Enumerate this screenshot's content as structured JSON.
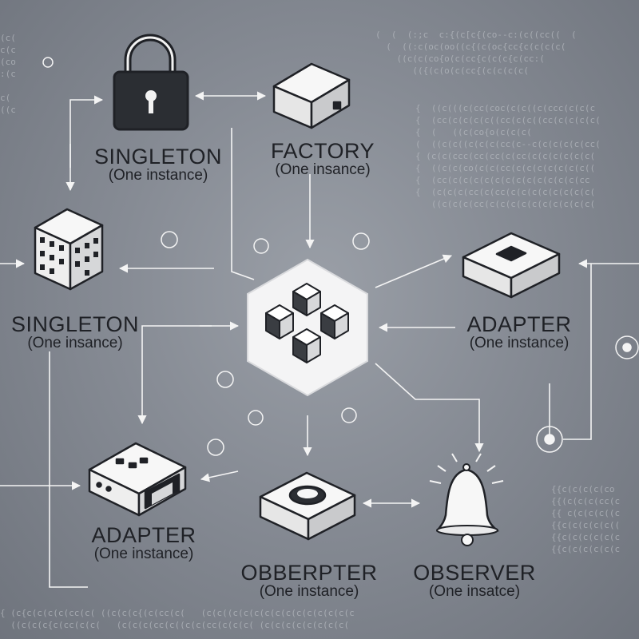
{
  "nodes": [
    {
      "id": "singleton-top",
      "title": "SINGLETON",
      "subtitle": "(One instance)"
    },
    {
      "id": "factory",
      "title": "FACTORY",
      "subtitle": "(One insance)"
    },
    {
      "id": "singleton-left",
      "title": "SINGLETON",
      "subtitle": "(One insance)"
    },
    {
      "id": "adapter-right",
      "title": "ADAPTER",
      "subtitle": "(One instance)"
    },
    {
      "id": "adapter-left",
      "title": "ADAPTER",
      "subtitle": "(One instance)"
    },
    {
      "id": "obbepter",
      "title": "OBBERPTER",
      "subtitle": "(One instance)"
    },
    {
      "id": "observer",
      "title": "OBSERVER",
      "subtitle": "(One insatce)"
    }
  ],
  "icons": {
    "singleton_top": "padlock-icon",
    "factory": "box-icon",
    "singleton_left": "building-icon",
    "center": "cubes-hub-icon",
    "adapter_right": "square-block-icon",
    "adapter_left": "warehouse-block-icon",
    "obbepter": "ring-block-icon",
    "observer": "bell-icon"
  },
  "colors": {
    "background": "#868b94",
    "icon_fill": "#f2f2f2",
    "icon_stroke": "#1f2126",
    "arrow": "#f4f4f4"
  }
}
